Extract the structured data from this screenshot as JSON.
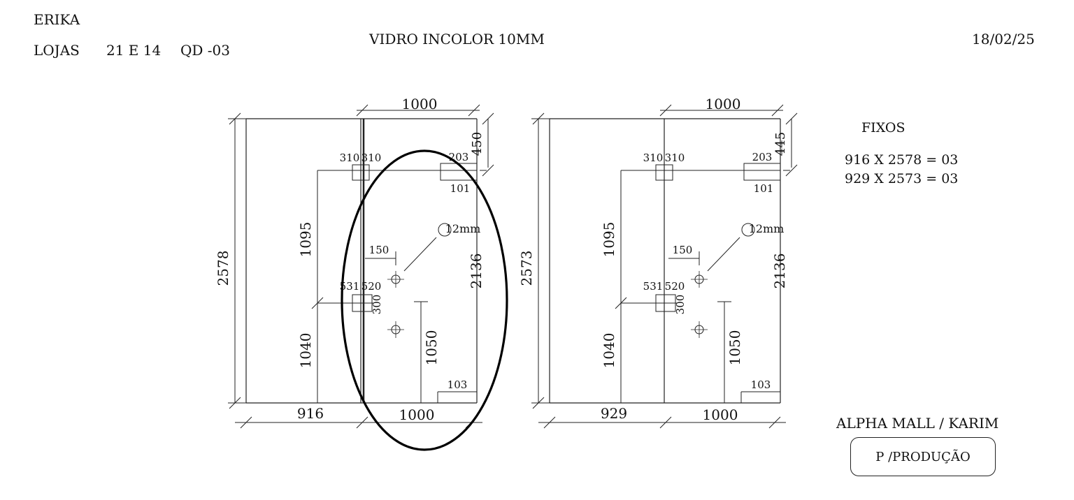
{
  "header": {
    "client": "ERIKA",
    "store_label": "LOJAS",
    "store_numbers": "21 E 14",
    "block": "QD -03",
    "material": "VIDRO INCOLOR 10MM",
    "date": "18/02/25"
  },
  "panels": [
    {
      "height": "2573",
      "fixed_width": "929",
      "door_width_top": "1000",
      "door_width_bottom": "1000",
      "top_gap": "445",
      "door_height": "2136",
      "upper_height": "1095",
      "lower_height": "1040",
      "hinge_top_left": "310",
      "hinge_top_right": "310",
      "patch_top_a": "203",
      "patch_top_b": "101",
      "hinge_mid_left": "531",
      "hinge_mid_right": "520",
      "hole_label": "Ø12mm",
      "hole_offset": "150",
      "hole_spacing": "300",
      "handle_height": "1050",
      "bottom_patch": "103"
    },
    {
      "height": "2578",
      "fixed_width": "916",
      "door_width_top": "1000",
      "door_width_bottom": "1000",
      "top_gap": "450",
      "door_height": "2136",
      "upper_height": "1095",
      "lower_height": "1040",
      "hinge_top_left": "310",
      "hinge_top_right": "310",
      "patch_top_a": "203",
      "patch_top_b": "101",
      "hinge_mid_left": "531",
      "hinge_mid_right": "520",
      "hole_label": "Ø12mm",
      "hole_offset": "150",
      "hole_spacing": "300",
      "handle_height": "1050",
      "bottom_patch": "103"
    }
  ],
  "fixed_list": {
    "title": "FIXOS",
    "items": [
      "916 X 2578 = 03",
      "929 X 2573 = 03"
    ]
  },
  "project": "ALPHA MALL / KARIM",
  "status_badge": "P /PRODUÇÃO"
}
